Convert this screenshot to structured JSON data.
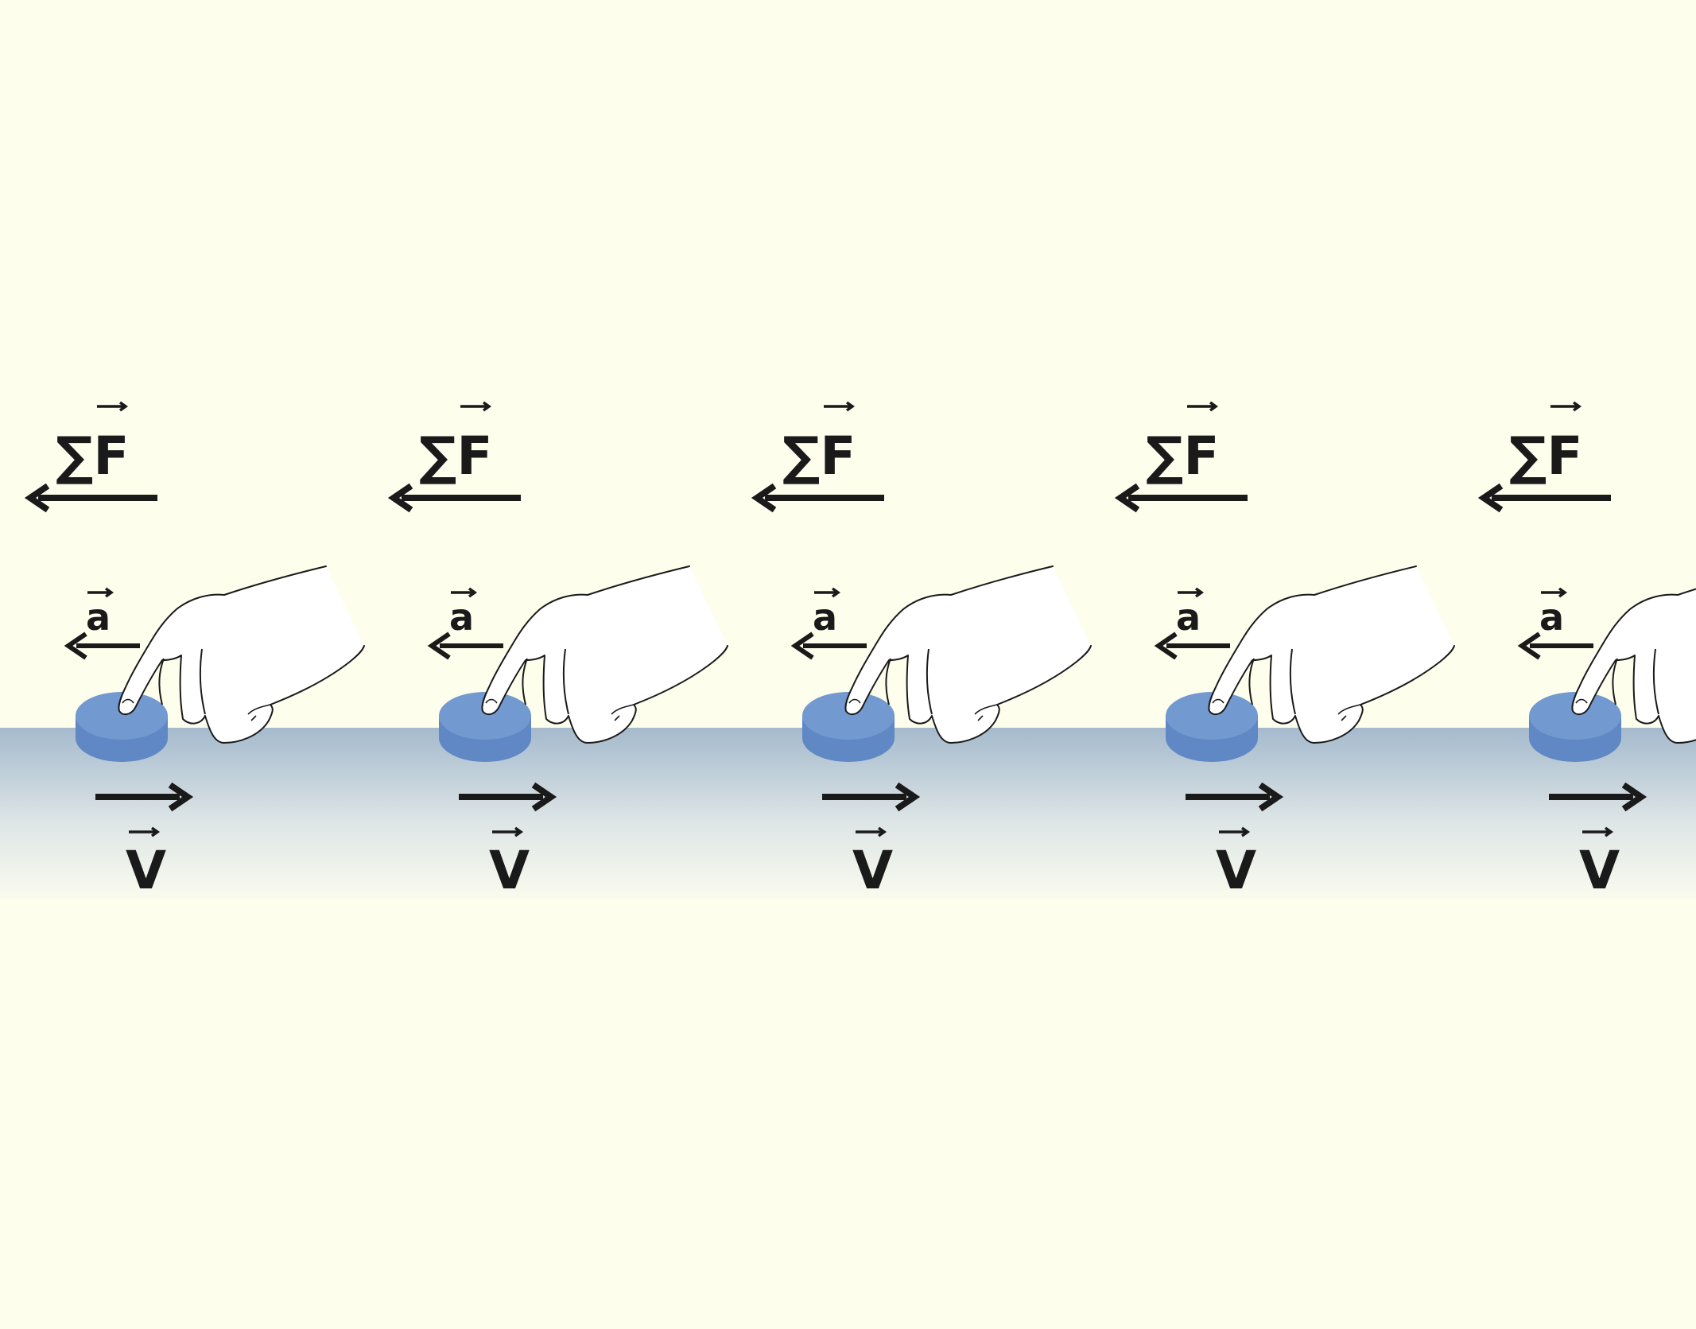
{
  "colors": {
    "background": "#fdfeec",
    "surface_top": "#a5bacd",
    "surface_bottom": "#fafbee",
    "puck_top": "#7299d0",
    "puck_side": "#5f88c4",
    "ink": "#1a1a1a",
    "hand_fill": "#ffffff"
  },
  "labels": {
    "force": "∑F",
    "acceleration": "a",
    "velocity": "V"
  },
  "frames": [
    {
      "id": 1,
      "hand_visible": true
    },
    {
      "id": 2,
      "hand_visible": true
    },
    {
      "id": 3,
      "hand_visible": true
    },
    {
      "id": 4,
      "hand_visible": true
    },
    {
      "id": 5,
      "hand_visible": true
    }
  ]
}
